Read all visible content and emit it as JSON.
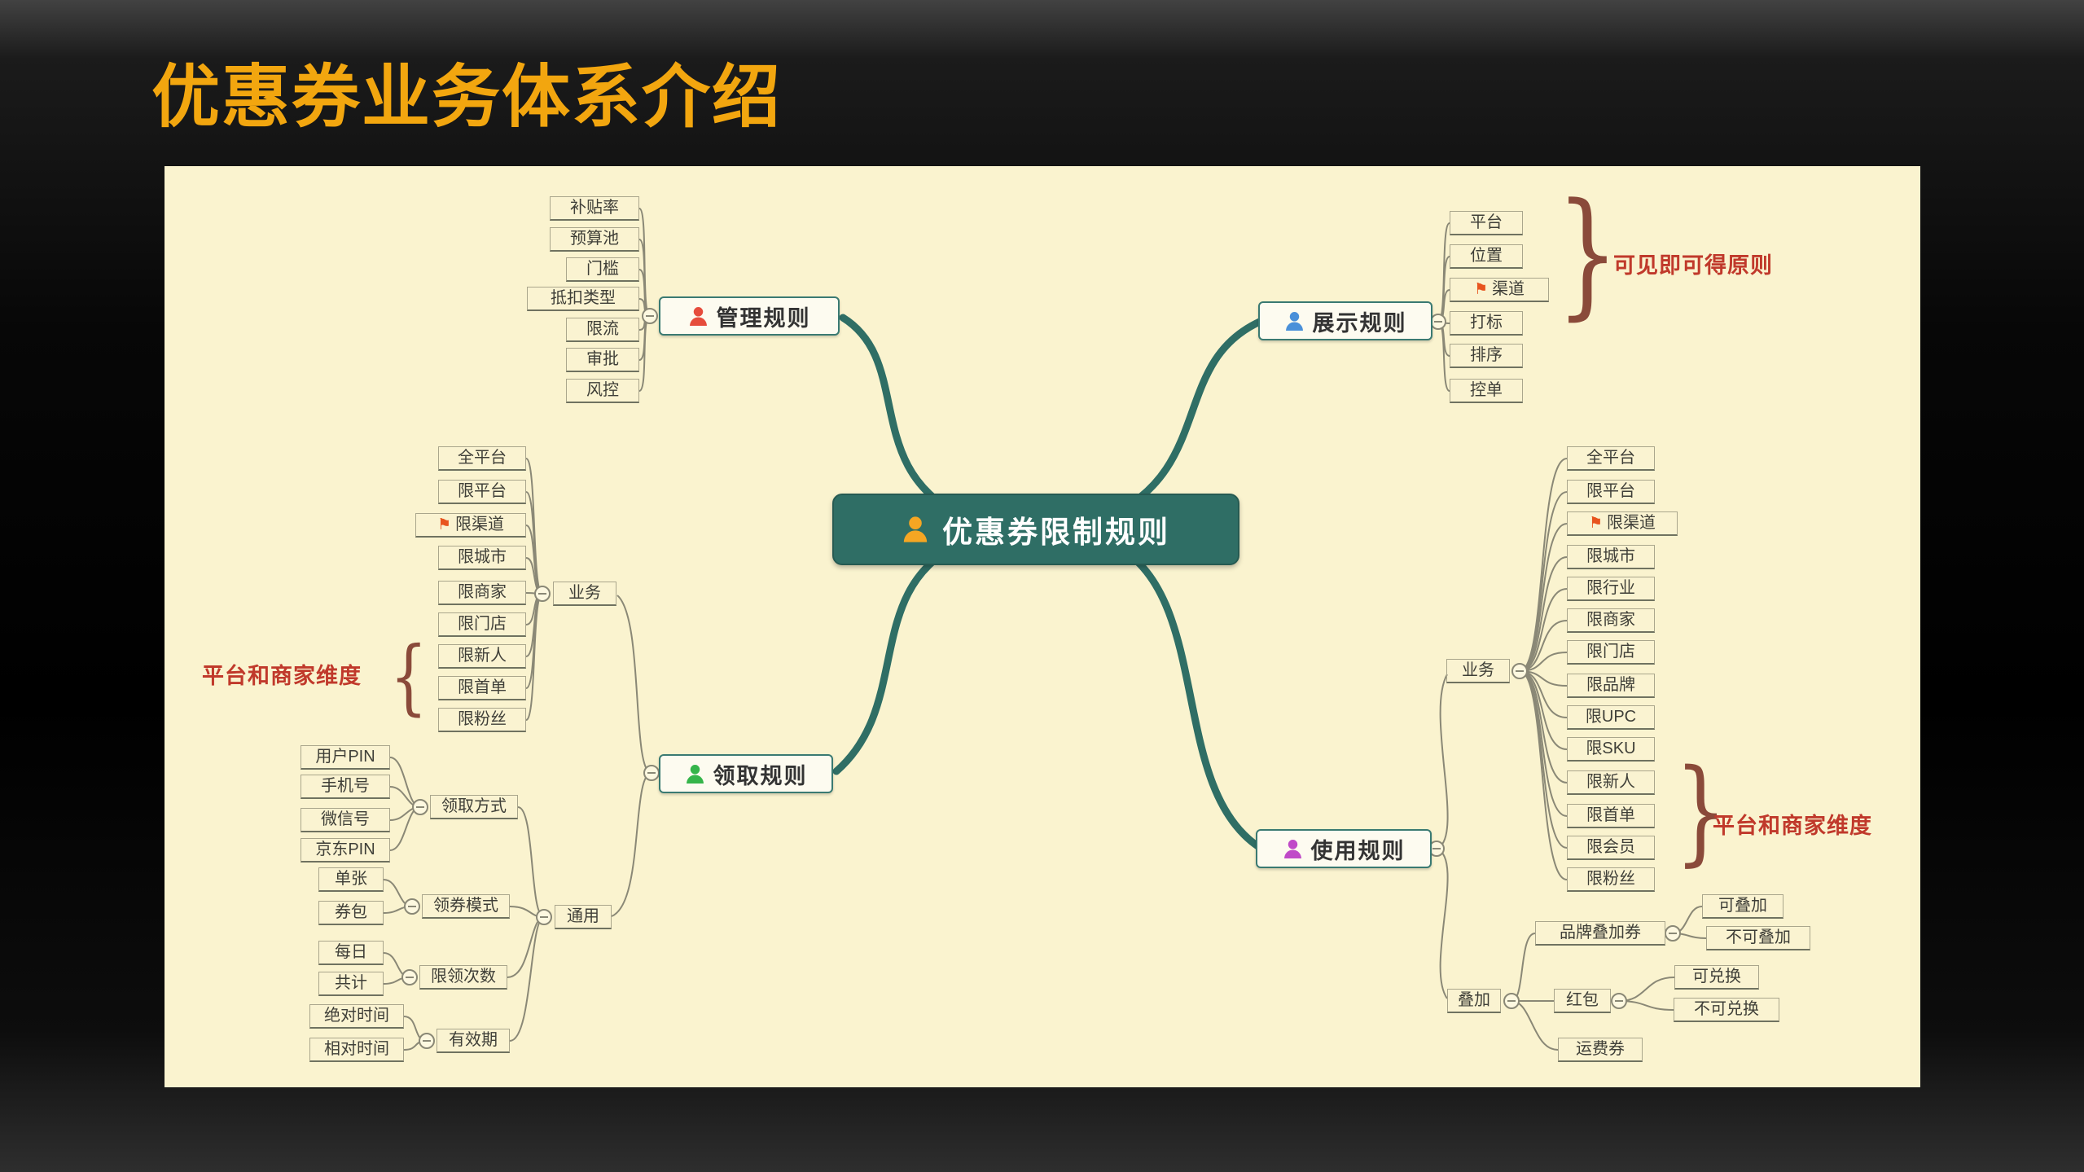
{
  "slide": {
    "title": "优惠券业务体系介绍"
  },
  "mindmap": {
    "root": {
      "label": "优惠券限制规则"
    },
    "management": {
      "label": "管理规则",
      "children": [
        "补贴率",
        "预算池",
        "门槛",
        "抵扣类型",
        "限流",
        "审批",
        "风控"
      ]
    },
    "display": {
      "label": "展示规则",
      "children": [
        "平台",
        "位置",
        "渠道",
        "打标",
        "排序",
        "控单"
      ],
      "flagged_child": "渠道",
      "annotation": "可见即可得原则"
    },
    "receive": {
      "label": "领取规则",
      "business": {
        "label": "业务",
        "children": [
          "全平台",
          "限平台",
          "限渠道",
          "限城市",
          "限商家",
          "限门店",
          "限新人",
          "限首单",
          "限粉丝"
        ],
        "flagged_child": "限渠道",
        "annotation": "平台和商家维度"
      },
      "general": {
        "label": "通用",
        "method": {
          "label": "领取方式",
          "children": [
            "用户PIN",
            "手机号",
            "微信号",
            "京东PIN"
          ]
        },
        "mode": {
          "label": "领券模式",
          "children": [
            "单张",
            "券包"
          ]
        },
        "limit": {
          "label": "限领次数",
          "children": [
            "每日",
            "共计"
          ]
        },
        "validity": {
          "label": "有效期",
          "children": [
            "绝对时间",
            "相对时间"
          ]
        }
      }
    },
    "usage": {
      "label": "使用规则",
      "business": {
        "label": "业务",
        "children": [
          "全平台",
          "限平台",
          "限渠道",
          "限城市",
          "限行业",
          "限商家",
          "限门店",
          "限品牌",
          "限UPC",
          "限SKU",
          "限新人",
          "限首单",
          "限会员",
          "限粉丝"
        ],
        "flagged_child": "限渠道",
        "annotation": "平台和商家维度"
      },
      "stack": {
        "label": "叠加",
        "brand": {
          "label": "品牌叠加券",
          "children": [
            "可叠加",
            "不可叠加"
          ]
        },
        "redpacket": {
          "label": "红包",
          "children": [
            "可兑换",
            "不可兑换"
          ]
        },
        "freight": {
          "label": "运费券"
        }
      }
    },
    "glyphs": {
      "flag": "⚑",
      "brace_open": "{",
      "brace_close": "}"
    },
    "colors": {
      "root_icon": "#f5a623",
      "management_icon": "#e64c3c",
      "display_icon": "#4a90d9",
      "receive_icon": "#35b54a",
      "usage_icon": "#c04ac8",
      "flag": "#e8541e",
      "annotation": "#c0392b",
      "branch_line": "#2f6e65",
      "canvas": "#faf3cf",
      "title": "#F2A60F"
    }
  }
}
